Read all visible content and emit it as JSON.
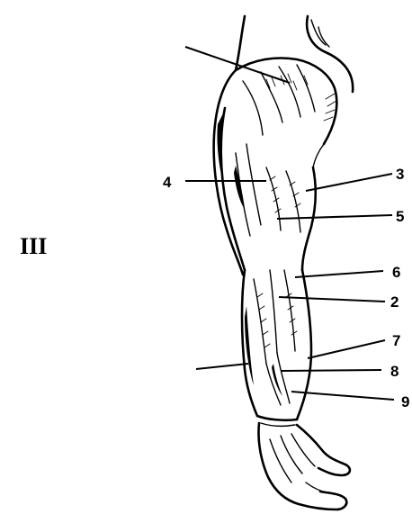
{
  "figure": {
    "panel_label": "III",
    "labels": {
      "l3": "3",
      "l4": "4",
      "l5": "5",
      "l6": "6",
      "l2": "2",
      "l7": "7",
      "l8": "8",
      "l9": "9"
    }
  }
}
